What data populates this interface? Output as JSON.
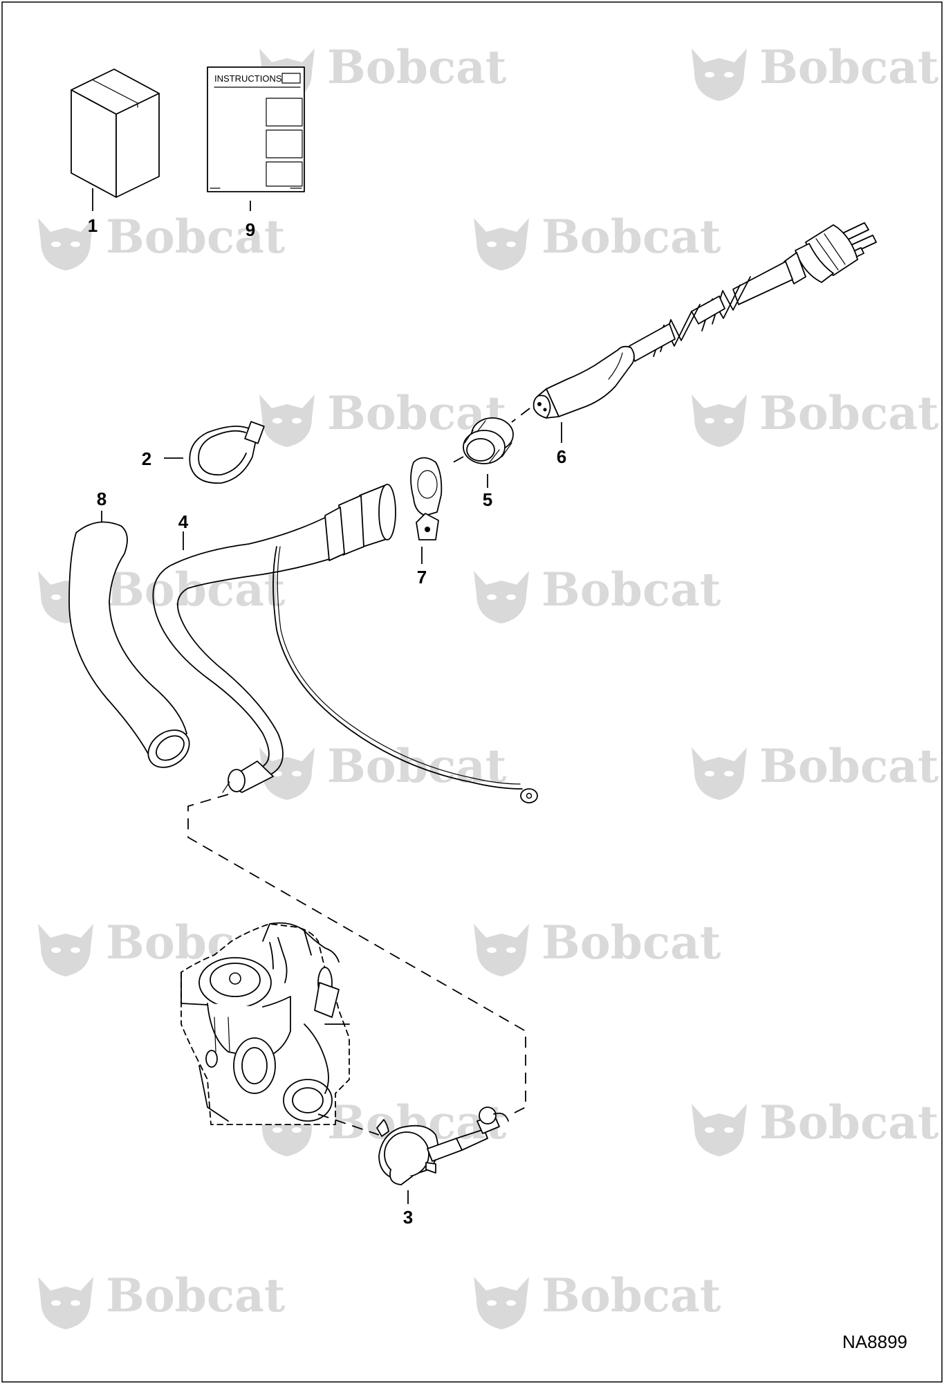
{
  "watermark": {
    "brand": "Bobcat",
    "reg": "®"
  },
  "instruction_sheet": {
    "title": "INSTRUCTIONS"
  },
  "callouts": {
    "c1": "1",
    "c2": "2",
    "c3": "3",
    "c4": "4",
    "c5": "5",
    "c6": "6",
    "c7": "7",
    "c8": "8",
    "c9": "9"
  },
  "document_id": "NA8899",
  "icons": [
    "bobcat-logo-icon",
    "kit-box-icon",
    "instructions-sheet-icon"
  ]
}
